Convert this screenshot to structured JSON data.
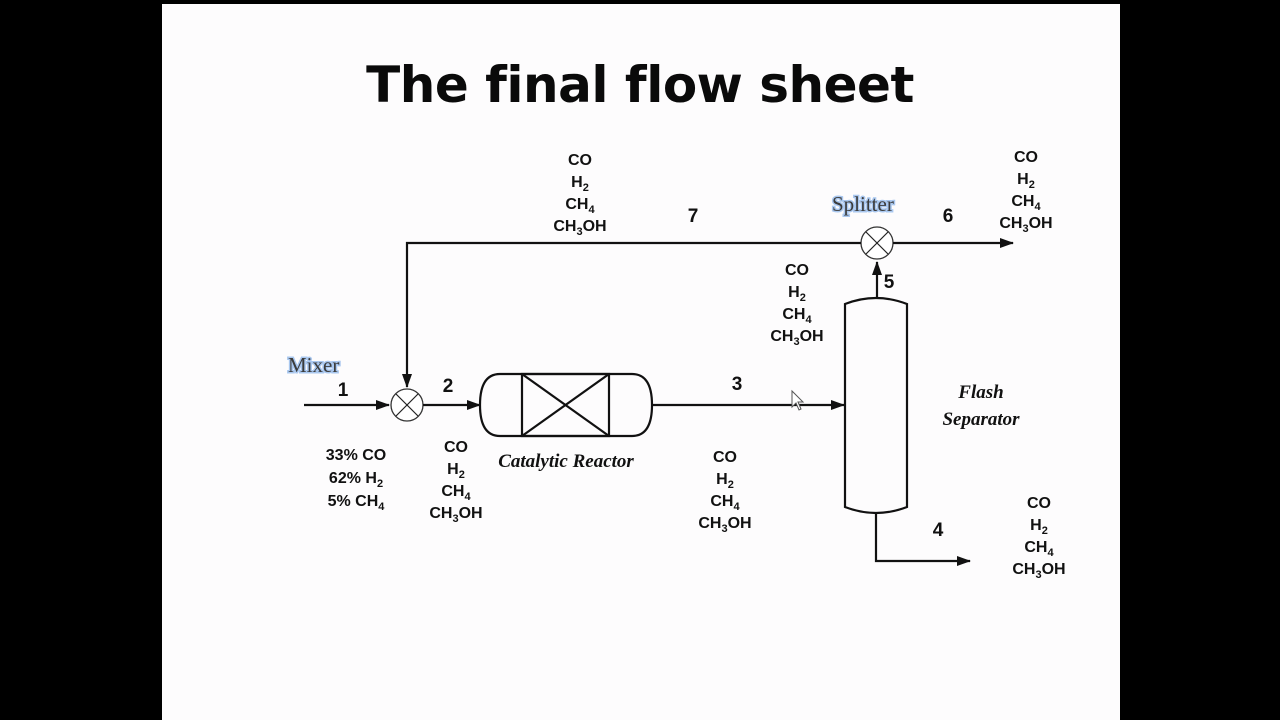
{
  "title": "The final flow sheet",
  "diagram": {
    "units": {
      "mixer": "Mixer",
      "splitter": "Splitter",
      "reactor": "Catalytic Reactor",
      "separator_line1": "Flash",
      "separator_line2": "Separator"
    },
    "streams": {
      "s1": {
        "number": "1",
        "composition": [
          {
            "pre": "33% CO",
            "sub": "",
            "post": ""
          },
          {
            "pre": "62% H",
            "sub": "2",
            "post": ""
          },
          {
            "pre": "5% CH",
            "sub": "4",
            "post": ""
          }
        ]
      },
      "s2": {
        "number": "2"
      },
      "s3": {
        "number": "3"
      },
      "s4": {
        "number": "4"
      },
      "s5": {
        "number": "5"
      },
      "s6": {
        "number": "6"
      },
      "s7": {
        "number": "7"
      }
    },
    "species": {
      "co": "CO",
      "h2": {
        "base": "H",
        "sub": "2"
      },
      "ch4": {
        "base": "CH",
        "sub": "4"
      },
      "ch3oh": {
        "base": "CH",
        "sub": "3",
        "post": "OH"
      }
    },
    "cursor": "mouse-pointer-icon"
  }
}
